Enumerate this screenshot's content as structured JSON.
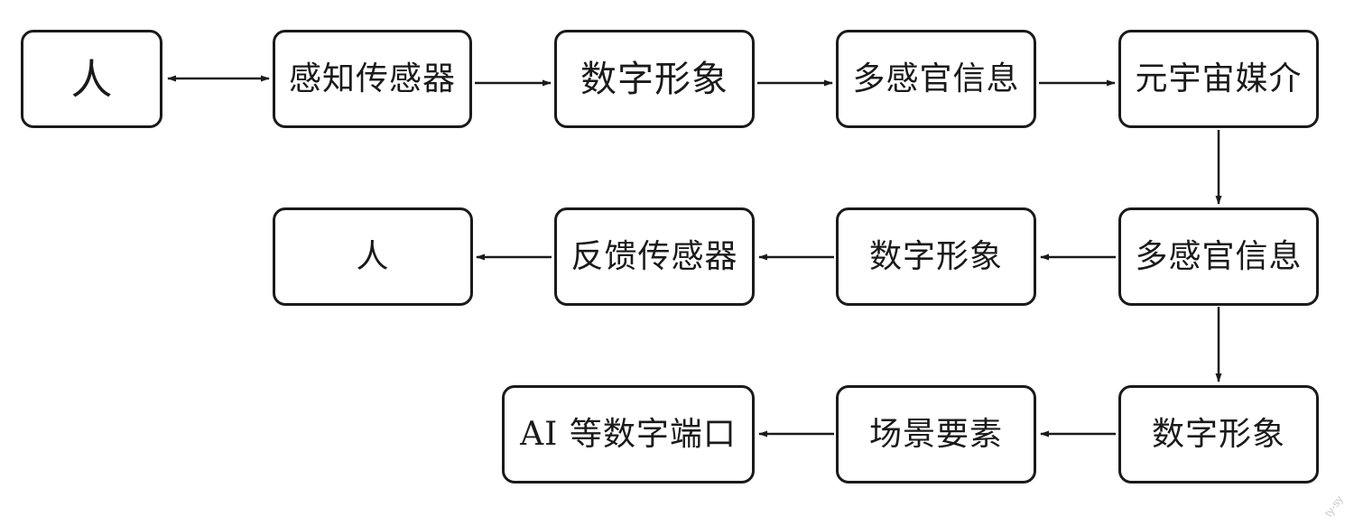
{
  "nodes": {
    "person_top": "人",
    "perception_sensor": "感知传感器",
    "digital_image_1": "数字形象",
    "multisensory_info_1": "多感官信息",
    "metaverse_medium": "元宇宙媒介",
    "person_mid": "人",
    "feedback_sensor": "反馈传感器",
    "digital_image_2": "数字形象",
    "multisensory_info_2": "多感官信息",
    "ai_digital_port": "AI 等数字端口",
    "scene_elements": "场景要素",
    "digital_image_3": "数字形象"
  },
  "watermark": "ty-sy",
  "colors": {
    "stroke": "#1a1a1a",
    "background": "#ffffff"
  }
}
